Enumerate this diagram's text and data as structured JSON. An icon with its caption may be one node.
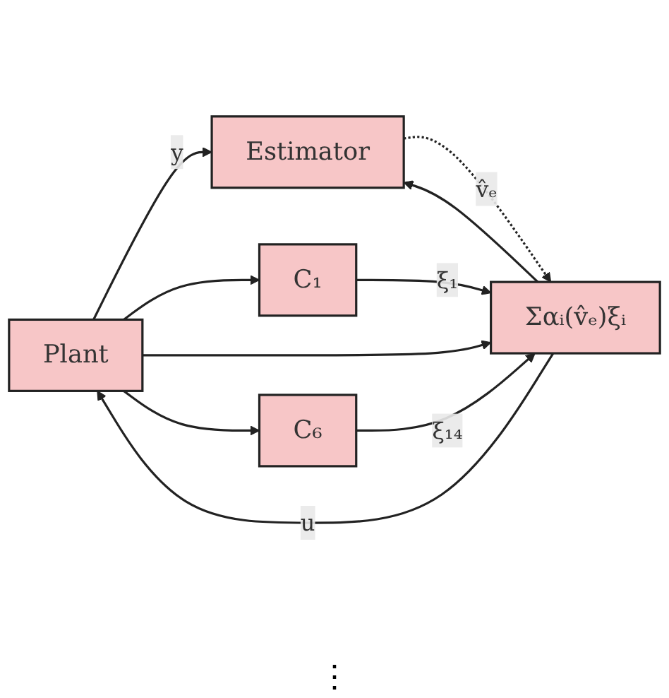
{
  "diagram": {
    "nodes": [
      {
        "text": [
          "Plant"
        ]
      },
      {
        "text": [
          "Estimator"
        ]
      },
      {
        "text": [
          "C₁"
        ]
      },
      {
        "text": [
          "C₆"
        ]
      },
      {
        "text": [
          "Σαᵢ(v̂ₑ)ξᵢ"
        ]
      }
    ],
    "edges": [
      {
        "from": 4,
        "to": 0,
        "label": "u",
        "arrow": "to"
      },
      {
        "from": 4,
        "to": 1,
        "arrow": "to"
      },
      {
        "from": 0,
        "to": 1,
        "label": "y",
        "arrow": "to"
      },
      {
        "from": 0,
        "to": 2,
        "arrow": "to"
      },
      {
        "from": 0,
        "to": 4,
        "arrow": "to"
      },
      {
        "from": 0,
        "to": 3,
        "arrow": "to"
      },
      {
        "from": 1,
        "to": 4,
        "label": "v̂ₑ",
        "arrow": "to",
        "style": "dashed"
      },
      {
        "from": 2,
        "to": 4,
        "label": "ξ₁",
        "arrow": "to"
      },
      {
        "from": 3,
        "to": 4,
        "label": "ξ₁₄",
        "arrow": "to"
      }
    ],
    "labels": [
      "⋮"
    ]
  }
}
